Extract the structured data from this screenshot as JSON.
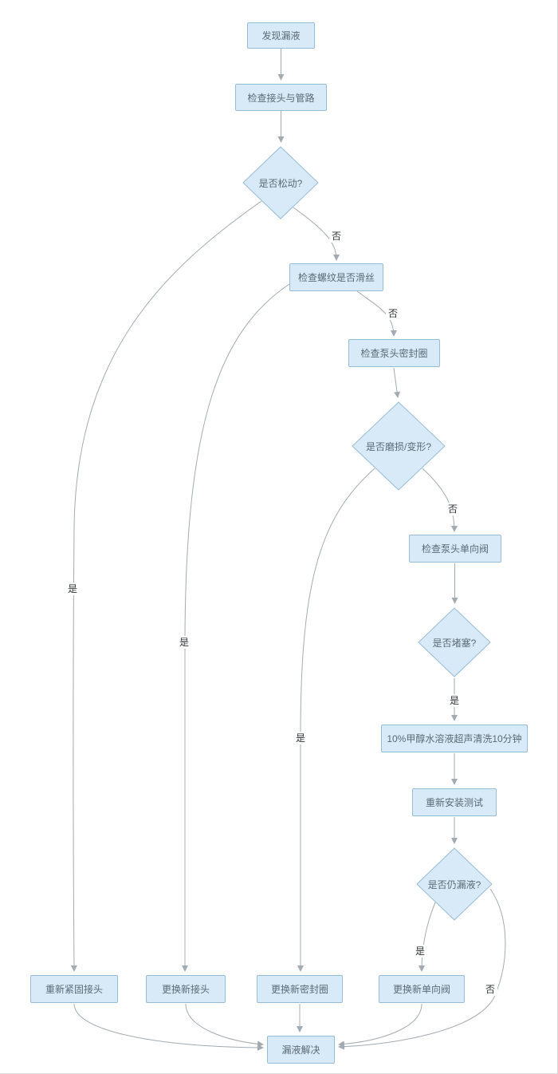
{
  "diagram": {
    "type": "flowchart",
    "nodes": {
      "discover": {
        "label": "发现漏液"
      },
      "check_joints": {
        "label": "检查接头与管路"
      },
      "is_loose": {
        "label": "是否松动?"
      },
      "check_thread": {
        "label": "检查螺纹是否滑丝"
      },
      "check_seal": {
        "label": "检查泵头密封圈"
      },
      "is_worn": {
        "label": "是否磨损/变形?"
      },
      "check_valve": {
        "label": "检查泵头单向阀"
      },
      "is_clogged": {
        "label": "是否堵塞?"
      },
      "ultrasonic": {
        "label": "10%甲醇水溶液超声清洗10分钟"
      },
      "reinstall": {
        "label": "重新安装测试"
      },
      "still_leaking": {
        "label": "是否仍漏液?"
      },
      "retighten": {
        "label": "重新紧固接头"
      },
      "new_joint": {
        "label": "更换新接头"
      },
      "new_seal": {
        "label": "更换新密封圈"
      },
      "new_valve": {
        "label": "更换新单向阀"
      },
      "resolved": {
        "label": "漏液解决"
      }
    },
    "edge_labels": {
      "loose_no": "否",
      "loose_yes": "是",
      "thread_no": "否",
      "thread_yes": "是",
      "worn_no": "否",
      "worn_yes": "是",
      "clogged_yes": "是",
      "still_yes": "是",
      "still_no": "否"
    },
    "colors": {
      "node_fill": "#d8eaf7",
      "node_border": "#97bcd6",
      "edge": "#a3abb2",
      "text": "#5b6a75",
      "label_text": "#2f3337"
    }
  }
}
